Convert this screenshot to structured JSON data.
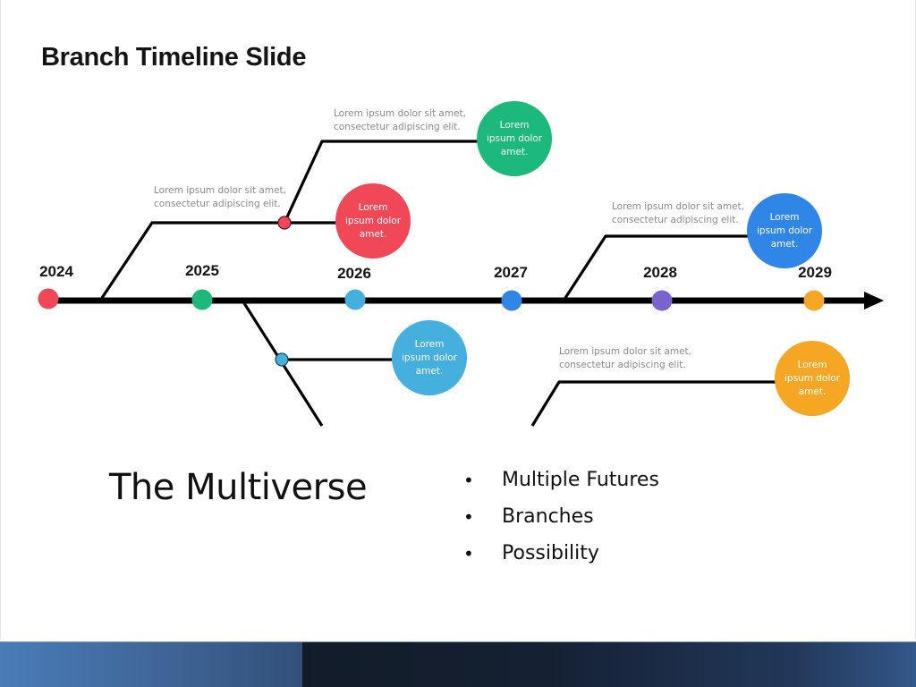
{
  "slide": {
    "embedded_image_title": "Branch Timeline Slide",
    "title": "The Multiverse",
    "bullets": [
      "Multiple Futures",
      "Branches",
      "Possibility"
    ]
  },
  "timeline": {
    "years": [
      {
        "label": "2024",
        "color": "#f04856"
      },
      {
        "label": "2025",
        "color": "#1db97c"
      },
      {
        "label": "2026",
        "color": "#45b0de"
      },
      {
        "label": "2027",
        "color": "#2f86e6"
      },
      {
        "label": "2028",
        "color": "#7b63cf"
      },
      {
        "label": "2029",
        "color": "#f5a623"
      }
    ],
    "branches": [
      {
        "id": "green-top",
        "description": [
          "Lorem ipsum dolor sit amet,",
          "consectetur adipiscing elit."
        ],
        "bubble": "Lorem ipsum dolor amet.",
        "color": "#1db97c"
      },
      {
        "id": "red-upper",
        "description": [
          "Lorem ipsum dolor sit amet,",
          "consectetur adipiscing elit."
        ],
        "bubble": "Lorem ipsum dolor amet.",
        "color": "#f04856"
      },
      {
        "id": "blue-right-upper",
        "description": [
          "Lorem ipsum dolor sit amet,",
          "consectetur adipiscing elit."
        ],
        "bubble": "Lorem ipsum dolor amet.",
        "color": "#2f86e6"
      },
      {
        "id": "lightblue-lower",
        "description": [],
        "bubble": "Lorem ipsum dolor amet.",
        "color": "#45b0de"
      },
      {
        "id": "orange-lower",
        "description": [
          "Lorem ipsum dolor sit amet,",
          "consectetur adipiscing elit."
        ],
        "bubble": "Lorem ipsum dolor amet.",
        "color": "#f5a623"
      }
    ],
    "line_color": "#000000"
  },
  "footer": {
    "left_color": "#4a7cb8",
    "right_color": "#121c29"
  }
}
